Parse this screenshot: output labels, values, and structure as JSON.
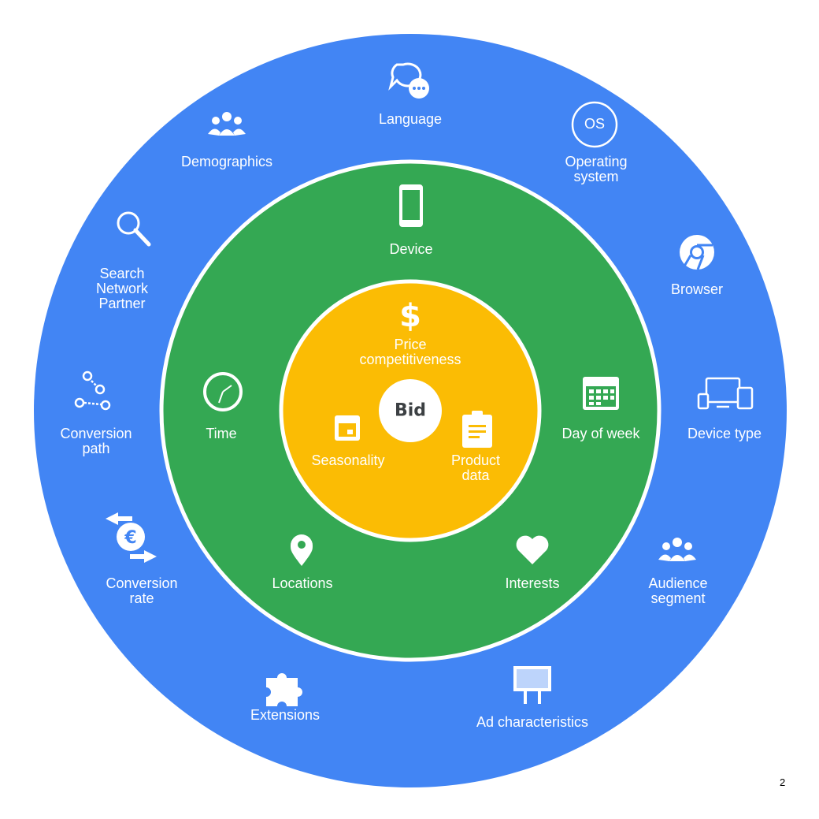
{
  "center": {
    "label": "Bid"
  },
  "inner_ring": {
    "items": [
      {
        "key": "price",
        "label": "Price\ncompetitiveness",
        "icon": "dollar-icon"
      },
      {
        "key": "seasonality",
        "label": "Seasonality",
        "icon": "calendar-icon"
      },
      {
        "key": "product",
        "label": "Product\ndata",
        "icon": "clipboard-icon"
      }
    ]
  },
  "middle_ring": {
    "items": [
      {
        "key": "device",
        "label": "Device",
        "icon": "phone-icon"
      },
      {
        "key": "time",
        "label": "Time",
        "icon": "clock-icon"
      },
      {
        "key": "dayofweek",
        "label": "Day of week",
        "icon": "calendar-grid-icon"
      },
      {
        "key": "locations",
        "label": "Locations",
        "icon": "location-pin-icon"
      },
      {
        "key": "interests",
        "label": "Interests",
        "icon": "heart-icon"
      }
    ]
  },
  "outer_ring": {
    "items": [
      {
        "key": "language",
        "label": "Language",
        "icon": "chat-bubbles-icon"
      },
      {
        "key": "demographics",
        "label": "Demographics",
        "icon": "people-icon"
      },
      {
        "key": "os",
        "label": "Operating\nsystem",
        "icon": "os-icon",
        "icon_text": "OS"
      },
      {
        "key": "search",
        "label": "Search\nNetwork\nPartner",
        "icon": "search-icon"
      },
      {
        "key": "browser",
        "label": "Browser",
        "icon": "chrome-icon"
      },
      {
        "key": "conversionpath",
        "label": "Conversion\npath",
        "icon": "path-nodes-icon"
      },
      {
        "key": "devicetype",
        "label": "Device type",
        "icon": "devices-icon"
      },
      {
        "key": "conversionrate",
        "label": "Conversion\nrate",
        "icon": "euro-exchange-icon"
      },
      {
        "key": "audience",
        "label": "Audience\nsegment",
        "icon": "audience-icon"
      },
      {
        "key": "extensions",
        "label": "Extensions",
        "icon": "puzzle-icon"
      },
      {
        "key": "adchar",
        "label": "Ad characteristics",
        "icon": "billboard-icon"
      }
    ]
  },
  "page_number": "2",
  "colors": {
    "outer": "#4285f4",
    "middle": "#34a853",
    "inner": "#fbbc04",
    "center": "#ffffff",
    "separator": "#ffffff",
    "center_text": "#3c4043"
  }
}
